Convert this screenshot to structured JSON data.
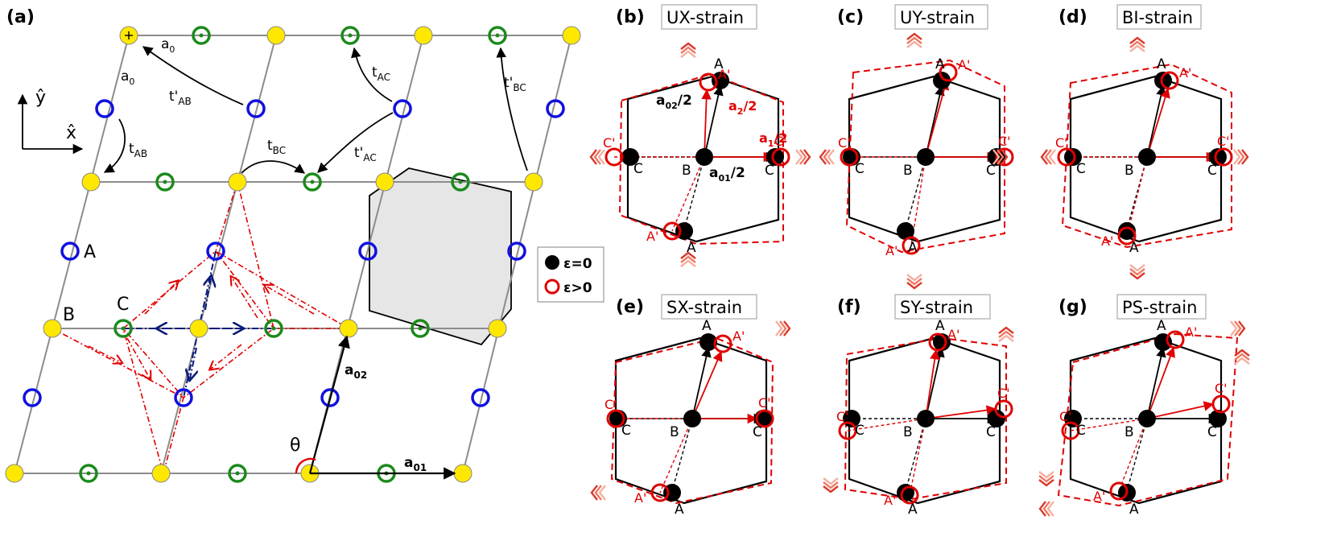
{
  "panel_a": {
    "letter": "(a)",
    "axis_y": "ŷ",
    "axis_x": "x̂",
    "label_a0_top": "a",
    "label_a0_top_sub": "0",
    "label_a0_left": "a",
    "label_a0_left_sub": "0",
    "t_ab": "t",
    "t_ab_sub": "AB",
    "tp_ab": "t'",
    "tp_ab_sub": "AB",
    "t_ac": "t",
    "t_ac_sub": "AC",
    "tp_ac": "t'",
    "tp_ac_sub": "AC",
    "t_bc": "t",
    "t_bc_sub": "BC",
    "tp_bc": "t'",
    "tp_bc_sub": "BC",
    "site_a": "A",
    "site_b": "B",
    "site_c": "C",
    "vec_a02": "a",
    "vec_a02_sub": "02",
    "vec_a01": "a",
    "vec_a01_sub": "01",
    "theta": "θ"
  },
  "legend": {
    "eps0": "ε=0",
    "epsgt0": "ε>0"
  },
  "strain_panels": [
    {
      "letter": "(b)",
      "title": "UX-strain"
    },
    {
      "letter": "(c)",
      "title": "UY-strain"
    },
    {
      "letter": "(d)",
      "title": "BI-strain"
    },
    {
      "letter": "(e)",
      "title": "SX-strain"
    },
    {
      "letter": "(f)",
      "title": "SY-strain"
    },
    {
      "letter": "(g)",
      "title": "PS-strain"
    }
  ],
  "panel_b_vectors": {
    "a02_half": "a",
    "a02_half_sub": "02",
    "a02_half_tail": "/2",
    "a2_half": "a",
    "a2_half_sub": "2",
    "a2_half_tail": "/2",
    "a1_half": "a",
    "a1_half_sub": "1",
    "a1_half_tail": "/2",
    "a01_half": "a",
    "a01_half_sub": "01",
    "a01_half_tail": "/2"
  },
  "site_labels": {
    "A": "A",
    "A_prime": "A'",
    "B": "B",
    "C": "C",
    "C_prime": "C'"
  },
  "colors": {
    "yellow_site": "#ffe800",
    "blue_site": "#1010e0",
    "green_site": "#1a8a1a",
    "red": "#e00000",
    "lattice": "#8c8c8c",
    "cell_fill": "#e6e6e6"
  }
}
